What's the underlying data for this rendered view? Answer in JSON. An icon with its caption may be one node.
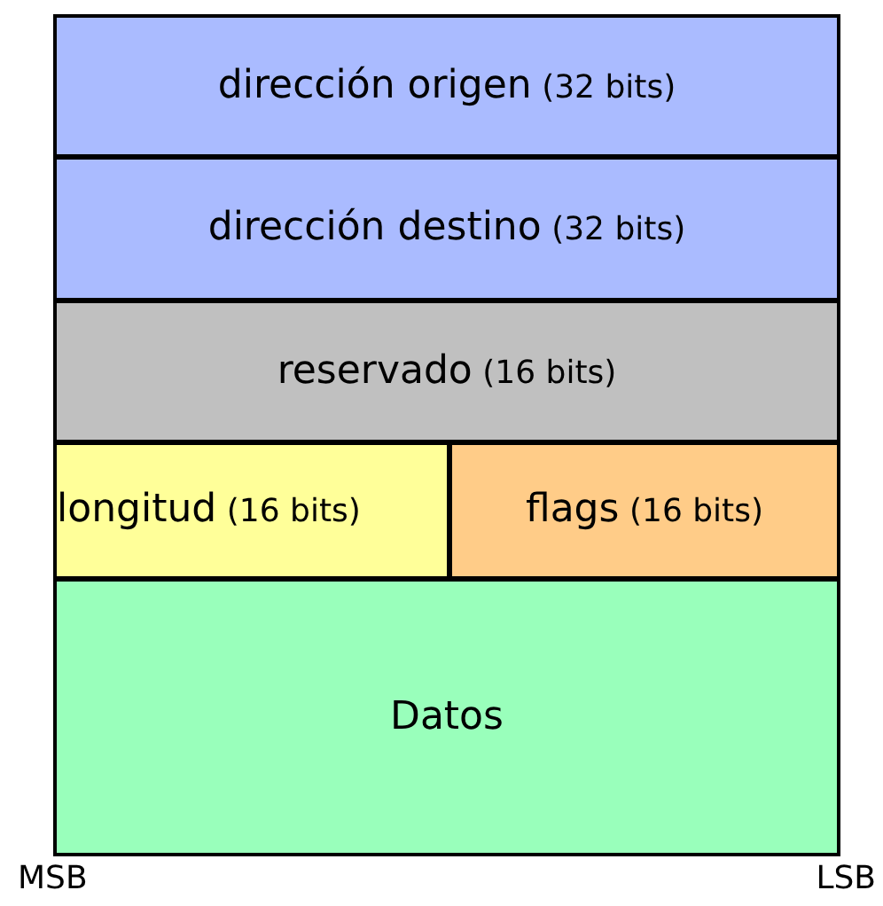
{
  "diagram": {
    "nodes": [
      {
        "text": [
          "dirección origen",
          "(32 bits)"
        ]
      },
      {
        "text": [
          "dirección destino",
          "(32 bits)"
        ]
      },
      {
        "text": [
          "reservado",
          "(16 bits)"
        ]
      },
      {
        "text": [
          "longitud",
          "(16 bits)"
        ]
      },
      {
        "text": [
          "flags",
          "(16 bits)"
        ]
      },
      {
        "text": [
          "Datos"
        ]
      }
    ],
    "labels": [
      "MSB",
      "LSB"
    ]
  }
}
